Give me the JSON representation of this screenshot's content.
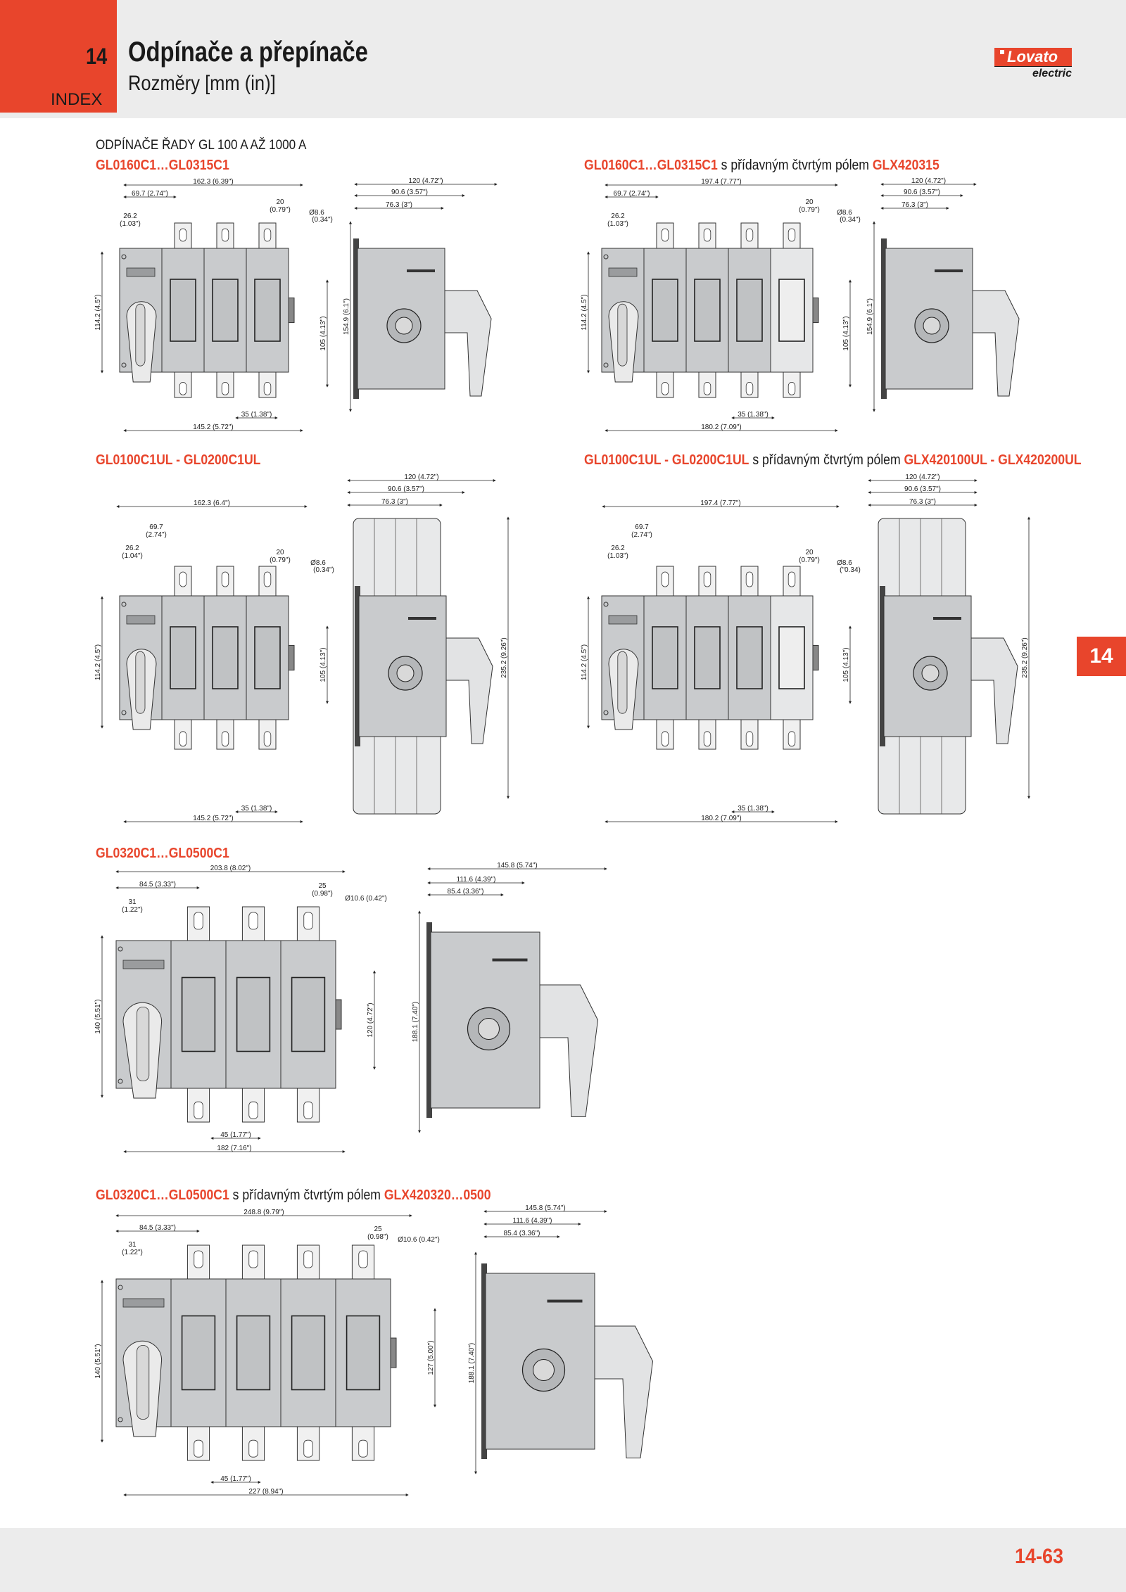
{
  "header": {
    "section_number": "14",
    "index_label": "INDEX",
    "title": "Odpínače a přepínače",
    "subtitle": "Rozměry [mm (in)]",
    "logo_main": "Lovato",
    "logo_sub": "electric"
  },
  "main_heading": "ODPÍNAČE ŘADY GL 100 A AŽ 1000 A",
  "sections": [
    {
      "code": "GL0160C1…GL0315C1",
      "suffix": ""
    },
    {
      "code": "GL0160C1…GL0315C1",
      "suffix": " s přídavným čtvrtým pólem ",
      "code2": "GLX420315"
    },
    {
      "code": "GL0100C1UL - GL0200C1UL",
      "suffix": ""
    },
    {
      "code": "GL0100C1UL - GL0200C1UL",
      "suffix": " s přídavným čtvrtým pólem ",
      "code2": "GLX420100UL - GLX420200UL"
    },
    {
      "code": "GL0320C1…GL0500C1",
      "suffix": ""
    },
    {
      "code": "GL0320C1…GL0500C1",
      "suffix": " s přídavným čtvrtým pólem ",
      "code2": "GLX420320…0500"
    }
  ],
  "dims": {
    "a": [
      "162.3 (6.39\")",
      "69.7 (2.74\")",
      "26.2",
      "(1.03\")",
      "20",
      "(0.79\")",
      "Ø8.6",
      "(0.34\")",
      "114.2 (4.5\")",
      "105 (4.13\")",
      "154.9 (6.1\")",
      "35 (1.38\")",
      "145.2 (5.72\")",
      "120 (4.72\")",
      "90.6 (3.57\")",
      "76.3 (3\")"
    ],
    "b": [
      "197.4 (7.77\")",
      "69.7 (2.74\")",
      "26.2",
      "(1.03\")",
      "20",
      "(0.79\")",
      "Ø8.6",
      "(0.34\")",
      "114.2 (4.5\")",
      "105 (4.13\")",
      "154.9 (6.1\")",
      "35 (1.38\")",
      "180.2 (7.09\")",
      "120 (4.72\")",
      "90.6 (3.57\")",
      "76.3 (3\")"
    ],
    "c": [
      "162.3 (6.4\")",
      "69.7",
      "(2.74\")",
      "26.2",
      "(1.04\")",
      "20",
      "(0.79\")",
      "Ø8.6",
      "(0.34\")",
      "114.2 (4.5\")",
      "105 (4.13\")",
      "35 (1.38\")",
      "145.2 (5.72\")",
      "120 (4.72\")",
      "90.6 (3.57\")",
      "76.3 (3\")",
      "235.2 (9.26\")"
    ],
    "d": [
      "197.4 (7.77\")",
      "69.7",
      "(2.74\")",
      "26.2",
      "(1.03\")",
      "20",
      "(0.79\")",
      "Ø8.6",
      "(\"0.34)",
      "114.2 (4.5\")",
      "105 (4.13\")",
      "35 (1.38\")",
      "180.2 (7.09\")",
      "120 (4.72\")",
      "90.6 (3.57\")",
      "76.3 (3\")",
      "235.2 (9.26\")"
    ],
    "e": [
      "203.8 (8.02\")",
      "84.5 (3.33\")",
      "31",
      "(1.22\")",
      "25",
      "(0.98\")",
      "Ø10.6 (0.42\")",
      "140 (5.51\")",
      "120 (4.72\")",
      "45 (1.77\")",
      "182 (7.16\")",
      "145.8 (5.74\")",
      "111.6 (4.39\")",
      "85.4 (3.36\")",
      "188.1 (7.40\")"
    ],
    "f": [
      "248.8 (9.79\")",
      "84.5 (3.33\")",
      "31",
      "(1.22\")",
      "25",
      "(0.98\")",
      "Ø10.6 (0.42\")",
      "140 (5.51\")",
      "127 (5.00\")",
      "45 (1.77\")",
      "227 (8.94\")",
      "145.8 (5.74\")",
      "111.6 (4.39\")",
      "85.4 (3.36\")",
      "188.1 (7.40\")"
    ]
  },
  "side_tab": "14",
  "page_number": "14-63"
}
